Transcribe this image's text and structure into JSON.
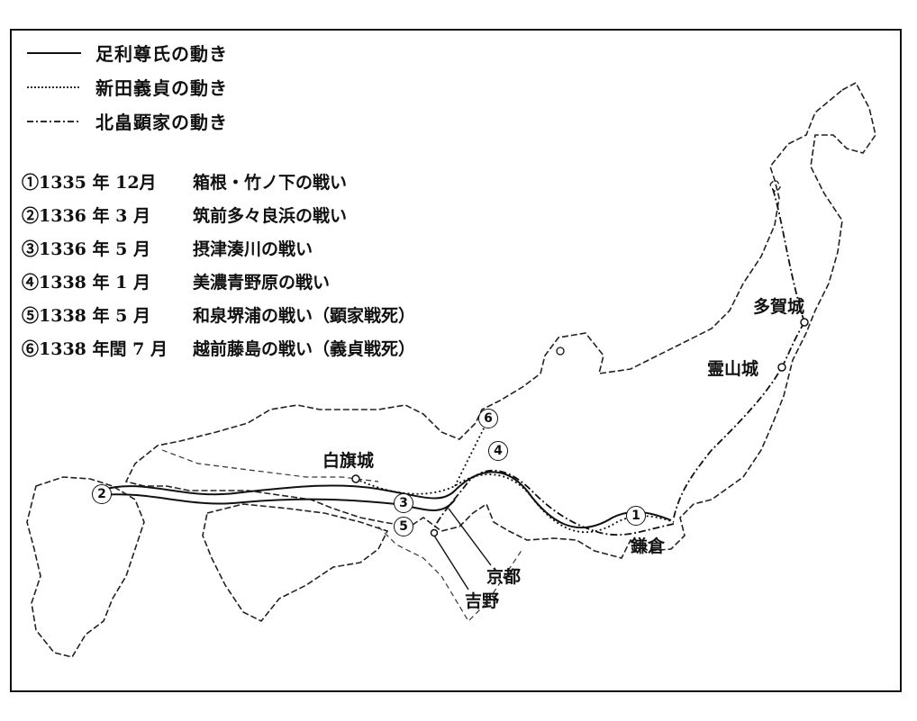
{
  "legend": [
    {
      "label": "足利尊氏の動き",
      "line_style": "solid"
    },
    {
      "label": "新田義貞の動き",
      "line_style": "dotted"
    },
    {
      "label": "北畠顕家の動き",
      "line_style": "dash-dot"
    }
  ],
  "battles": [
    {
      "date": "①1335 年 12月",
      "name": "箱根・竹ノ下の戦い"
    },
    {
      "date": "②1336 年 3 月",
      "name": "筑前多々良浜の戦い"
    },
    {
      "date": "③1336 年 5 月",
      "name": "摂津湊川の戦い"
    },
    {
      "date": "④1338 年 1 月",
      "name": "美濃青野原の戦い"
    },
    {
      "date": "⑤1338 年 5 月",
      "name": "和泉堺浦の戦い（顕家戦死）"
    },
    {
      "date": "⑥1338 年閏 7 月",
      "name": "越前藤島の戦い（義貞戦死）"
    }
  ],
  "places": {
    "taga": "多賀城",
    "ryozen": "霊山城",
    "shirahata": "白旗城",
    "kamakura": "鎌倉",
    "kyoto": "京都",
    "yoshino": "吉野"
  },
  "markers": {
    "m1": "1",
    "m2": "2",
    "m3": "3",
    "m4": "4",
    "m5": "5",
    "m6": "6"
  }
}
